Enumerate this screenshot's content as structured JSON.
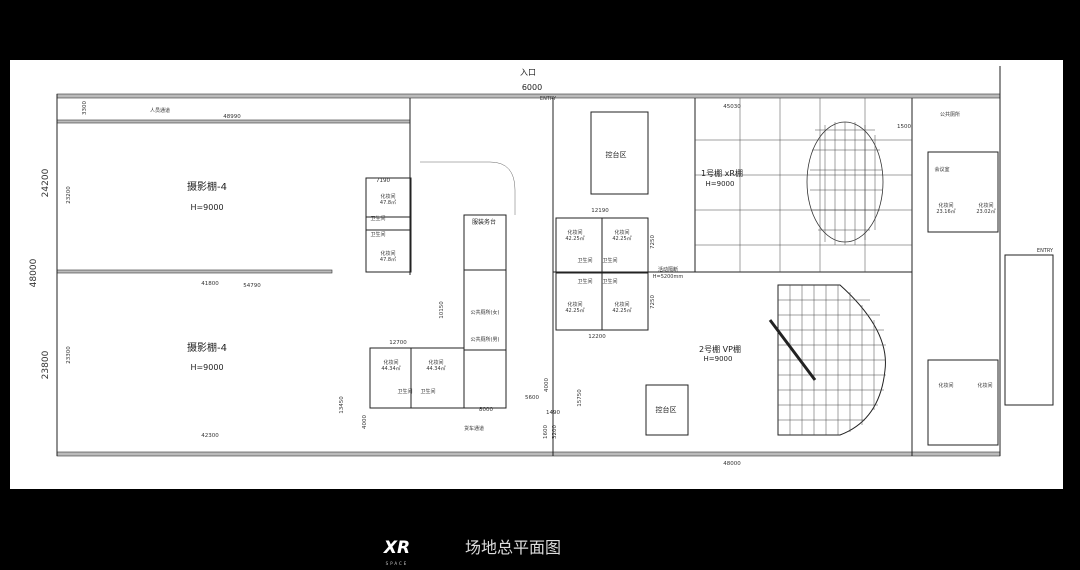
{
  "plan": {
    "entrance": {
      "label": "入口",
      "width": "6000",
      "entry_top": "ENTRY",
      "entry_right": "ENTRY"
    },
    "corridor": {
      "label": "人员通道",
      "length": "48990",
      "width": "3300"
    },
    "overall_dims": {
      "upper_height": "24200",
      "total_height": "48000",
      "lower_height": "23800",
      "right_width": "48000",
      "top_right_width": "45030"
    },
    "studio_upper": {
      "name": "摄影棚-4",
      "height": "H=9000",
      "inner_height": "23200"
    },
    "studio_lower": {
      "name": "摄影棚-4",
      "height": "H=9000",
      "inner_height": "23300",
      "width": "42300"
    },
    "divider_dims": {
      "a": "41800",
      "b": "54790"
    },
    "left_makeup": {
      "width": "7190",
      "rooms": [
        {
          "name": "化妆间",
          "area": "47.8㎡"
        },
        {
          "name": "卫生间"
        },
        {
          "name": "卫生间"
        },
        {
          "name": "化妆间",
          "area": "47.8㎡"
        }
      ]
    },
    "service_desk": "服装务台",
    "toilets": {
      "female": "公共厕所(女)",
      "male": "公共厕所(男)",
      "height": "10150"
    },
    "lower_makeup": {
      "width": "12700",
      "depth": "13450",
      "door": "4000",
      "rooms": [
        {
          "name": "化妆间",
          "area": "44.34㎡"
        },
        {
          "name": "化妆间",
          "area": "44.34㎡"
        },
        {
          "name": "卫生间"
        },
        {
          "name": "卫生间"
        }
      ]
    },
    "truck_lane": {
      "label": "货车通道",
      "width": "8000",
      "offset": "5600"
    },
    "console_upper": "控台区",
    "console_lower": "控台区",
    "studio1": {
      "name": "1号棚 xR棚",
      "height": "H=9000"
    },
    "studio2": {
      "name": "2号棚 VP棚",
      "height": "H=9000"
    },
    "partition": {
      "label": "活动隔断",
      "height": "H=5200mm"
    },
    "center_makeup": {
      "top_width": "12190",
      "bottom_width": "12200",
      "h1": "7250",
      "h2": "7250",
      "rooms": [
        {
          "name": "化妆间",
          "area": "42.25㎡"
        },
        {
          "name": "化妆间",
          "area": "42.25㎡"
        },
        {
          "name": "卫生间"
        },
        {
          "name": "卫生间"
        },
        {
          "name": "卫生间"
        },
        {
          "name": "卫生间"
        },
        {
          "name": "化妆间",
          "area": "42.25㎡"
        },
        {
          "name": "化妆间",
          "area": "42.25㎡"
        }
      ]
    },
    "lower_left_dims": {
      "a": "15750",
      "b": "4000",
      "c": "1490",
      "d": "1600",
      "e": "3200"
    },
    "right_block": {
      "toilet": "公共厕所",
      "meeting": "会议室",
      "gap": "1500",
      "makeup_top": [
        {
          "name": "化妆间",
          "area": "23.16㎡"
        },
        {
          "name": "化妆间",
          "area": "23.02㎡"
        }
      ],
      "makeup_bottom": [
        {
          "name": "化妆间"
        },
        {
          "name": "化妆间"
        }
      ]
    }
  },
  "footer": {
    "logo_text": "XR SPACE",
    "title": "场地总平面图"
  },
  "colors": {
    "background": "#000000",
    "sheet": "#ffffff",
    "lines": "#222222"
  }
}
